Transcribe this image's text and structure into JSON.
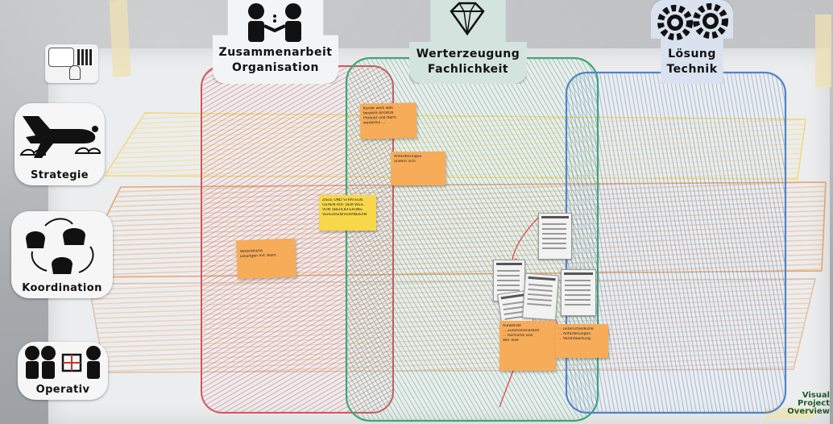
{
  "columns": [
    {
      "line1": "Zusammenarbeit",
      "line2": "Organisation",
      "icon": "people-handshake-icon"
    },
    {
      "line1": "Werterzeugung",
      "line2": "Fachlichkeit",
      "icon": "diamond-icon"
    },
    {
      "line1": "Lösung",
      "line2": "Technik",
      "icon": "gears-icon"
    }
  ],
  "rows": [
    {
      "label": "Strategie",
      "icon": "airplane-icon"
    },
    {
      "label": "Koordination",
      "icon": "cupcakes-icon"
    },
    {
      "label": "Operativ",
      "icon": "team-gift-icon"
    }
  ],
  "notes": [
    {
      "color": "#f7ac59",
      "lines": [
        "Kunde weiß was",
        "bessere Ansätze",
        "Produkt und dann",
        "weiterhin ..."
      ]
    },
    {
      "color": "#f7ac59",
      "lines": [
        "Anforderungen",
        "ändern sich",
        "",
        ""
      ]
    },
    {
      "color": "#f8d84a",
      "lines": [
        "ZIELE UND STRATEGIE",
        "GEHEN AUF DEM WEG",
        "VON ÜBERLIEFERUNG",
        "VERLOREN/VERÄNDERN"
      ]
    },
    {
      "color": "#f7ac59",
      "lines": [
        "Verbindliche",
        "Lösungen mit Team"
      ]
    },
    {
      "color": "#f7ac59",
      "lines": [
        "Aufwände",
        "... Zusammenarbeit",
        "... Fachliche und",
        "alle Teile"
      ]
    },
    {
      "color": "#f7ac59",
      "lines": [
        "... unterschiedliche",
        "... Anforderungen",
        "... Verantwortung"
      ]
    }
  ],
  "brand": {
    "line1": "Visual",
    "line2": "Project",
    "line3": "Overview"
  },
  "colors": {
    "red": "#d2565c",
    "green": "#3ea67c",
    "blue": "#4f84c8",
    "yellow": "#f1d66a",
    "orange": "#e59a5a"
  }
}
